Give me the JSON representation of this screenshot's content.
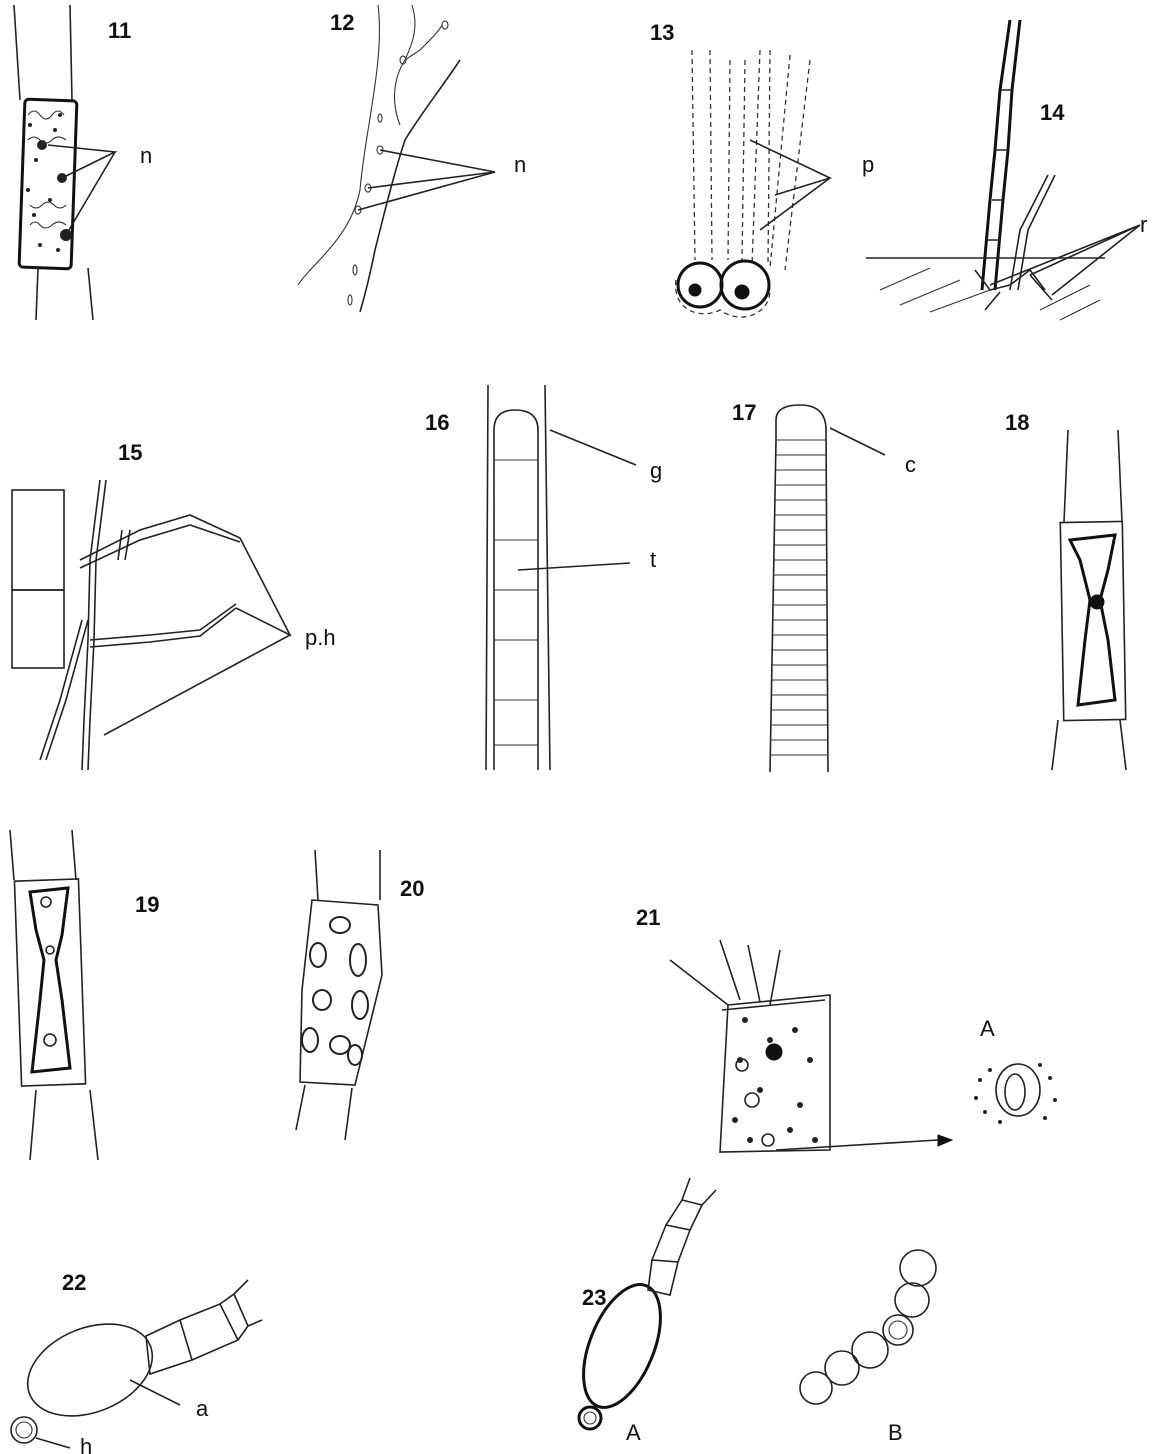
{
  "panels": [
    {
      "id": "p11",
      "number": "11",
      "labels": [
        "n"
      ]
    },
    {
      "id": "p12",
      "number": "12",
      "labels": [
        "n"
      ]
    },
    {
      "id": "p13",
      "number": "13",
      "labels": [
        "p"
      ]
    },
    {
      "id": "p14",
      "number": "14",
      "labels": [
        "r"
      ]
    },
    {
      "id": "p15",
      "number": "15",
      "labels": [
        "p.h"
      ]
    },
    {
      "id": "p16",
      "number": "16",
      "labels": [
        "g",
        "t"
      ]
    },
    {
      "id": "p17",
      "number": "17",
      "labels": [
        "c"
      ]
    },
    {
      "id": "p18",
      "number": "18",
      "labels": []
    },
    {
      "id": "p19",
      "number": "19",
      "labels": []
    },
    {
      "id": "p20",
      "number": "20",
      "labels": []
    },
    {
      "id": "p21",
      "number": "21",
      "labels": [
        "A"
      ]
    },
    {
      "id": "p22",
      "number": "22",
      "labels": [
        "a",
        "h"
      ]
    },
    {
      "id": "p23",
      "number": "23",
      "labels": [
        "A",
        "B"
      ]
    }
  ]
}
